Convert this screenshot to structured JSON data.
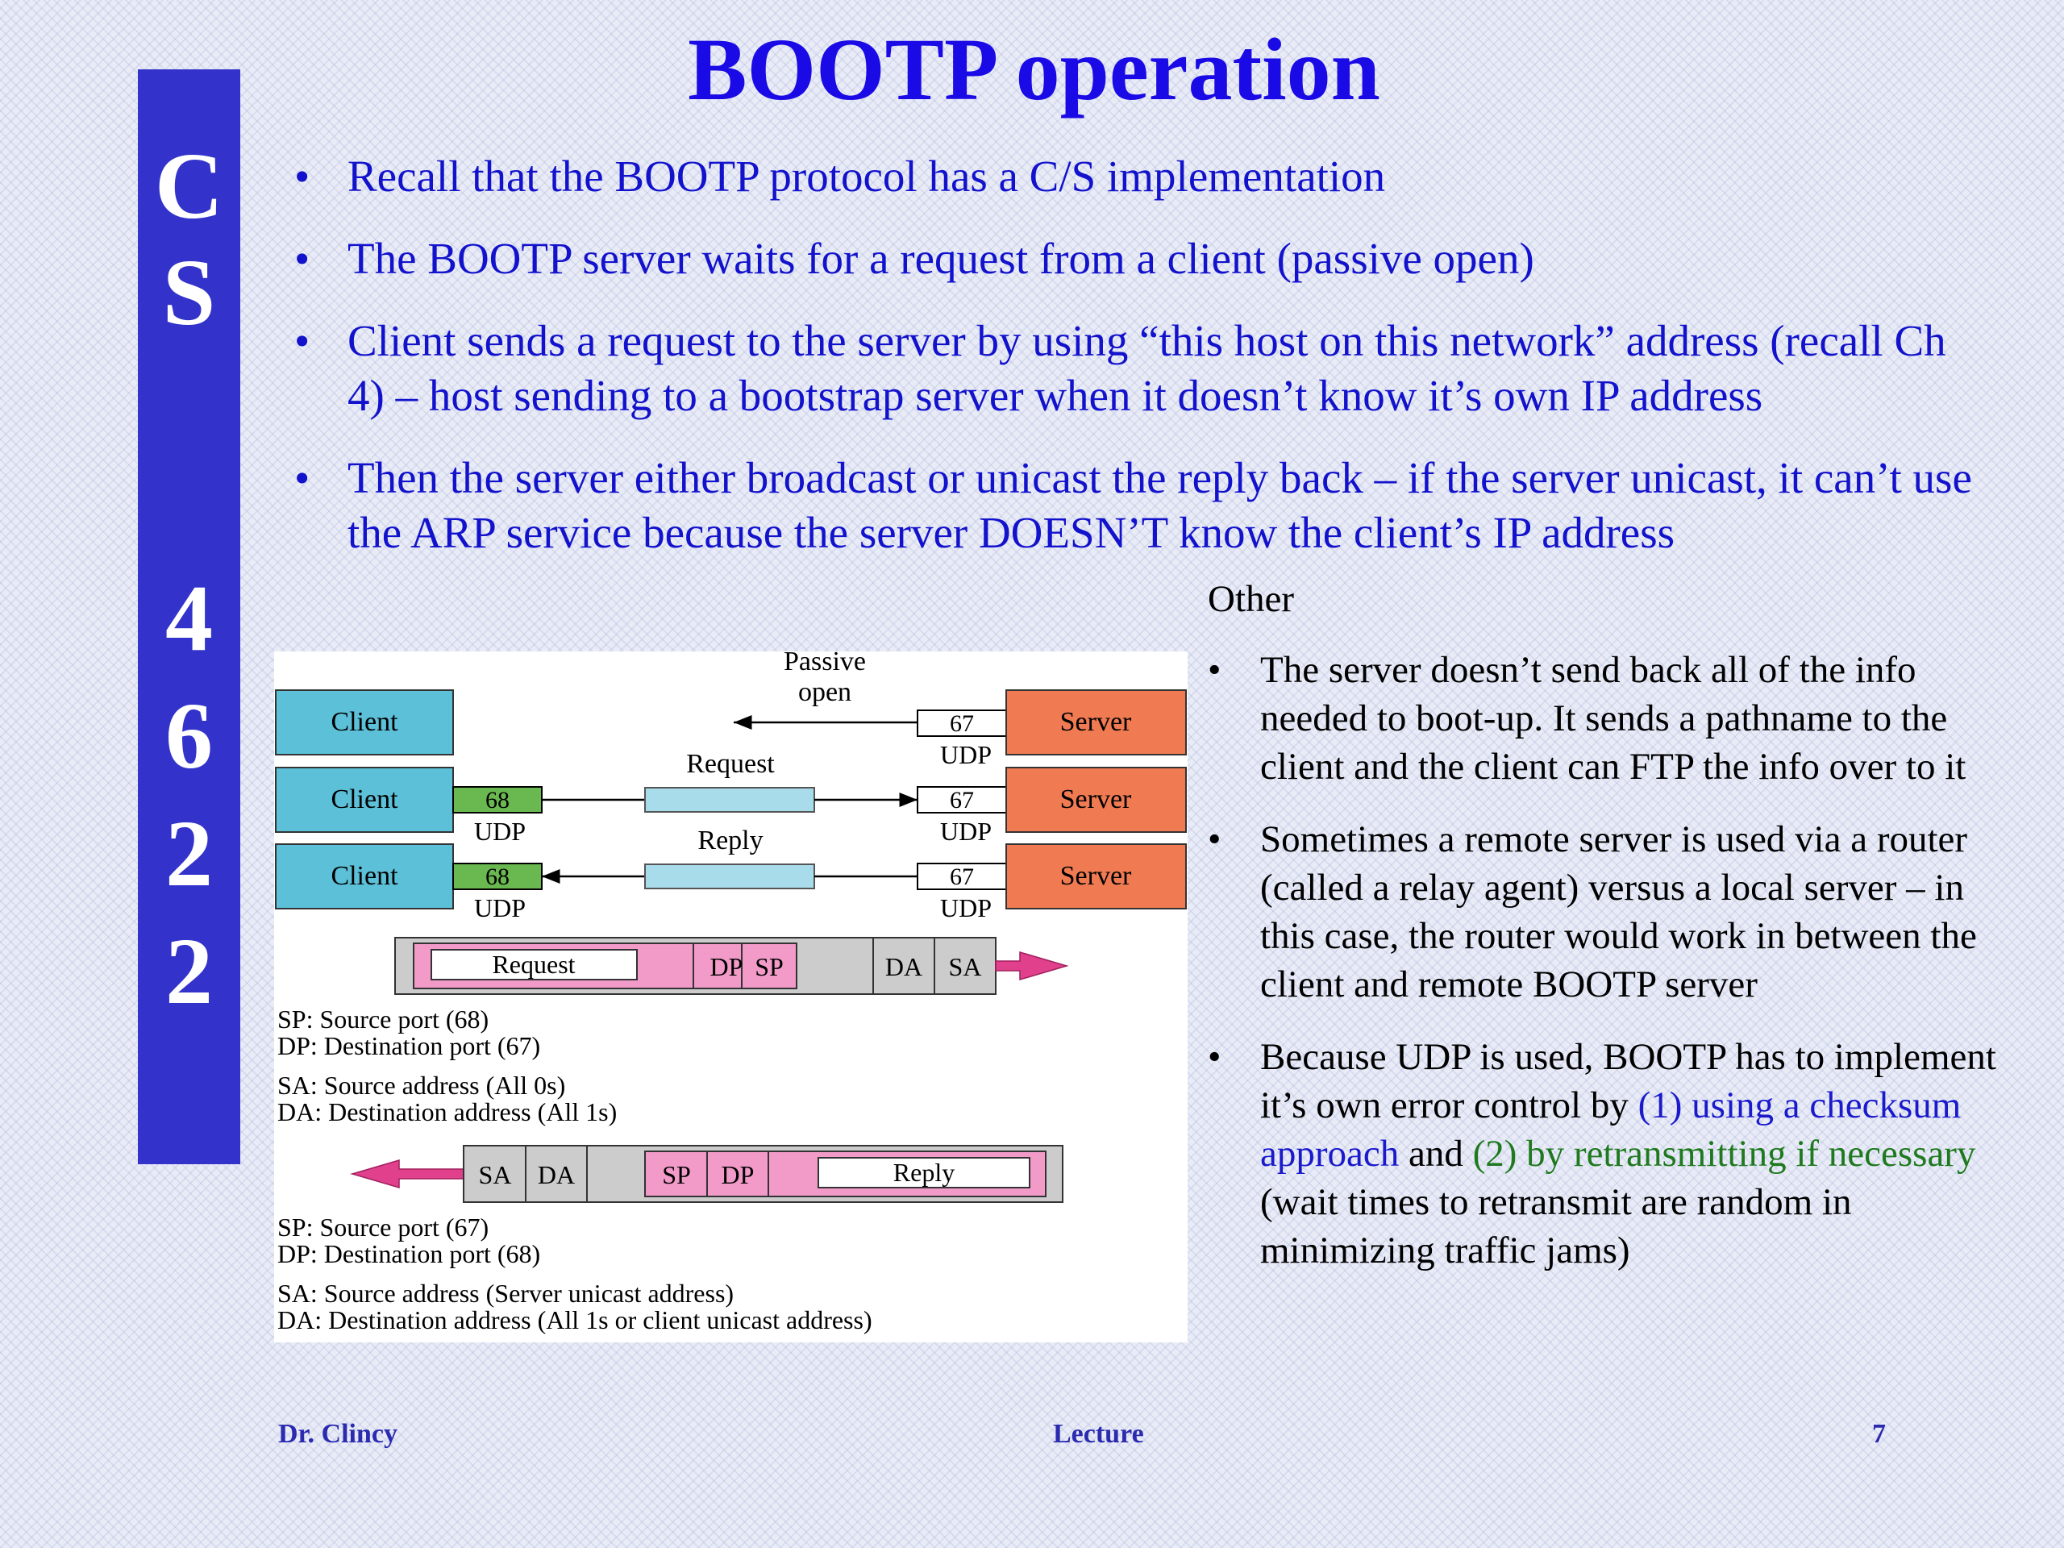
{
  "sidebar": {
    "letters": [
      "C",
      "S",
      "4",
      "6",
      "2",
      "2"
    ]
  },
  "title": "BOOTP operation",
  "bullets": [
    "Recall that the BOOTP protocol has a C/S implementation",
    "The BOOTP server waits for a request from a client (passive open)",
    "Client sends a request to the server by using “this host on this network” address (recall Ch 4) – host sending to a bootstrap server when it doesn’t know it’s own IP address",
    "Then the server either broadcast or unicast the reply back – if the server unicast, it can’t use the ARP service because the server DOESN’T know the client’s IP address"
  ],
  "diagram": {
    "passive_open": [
      "Passive",
      "open"
    ],
    "client": "Client",
    "server": "Server",
    "port_client": "68",
    "port_server": "67",
    "udp": "UDP",
    "request": "Request",
    "reply": "Reply",
    "dp": "DP",
    "sp": "SP",
    "da": "DA",
    "sa": "SA",
    "legend1": [
      "SP: Source port (68)",
      "DP: Destination port (67)",
      "SA: Source address (All 0s)",
      "DA: Destination address (All 1s)"
    ],
    "legend2": [
      "SP: Source port (67)",
      "DP: Destination port (68)",
      "SA: Source address (Server unicast address)",
      "DA: Destination address (All 1s or client unicast address)"
    ],
    "colors": {
      "client": "#5bc0d8",
      "server": "#f07a52",
      "port_green": "#6ab850",
      "packet_blue": "#a9dcea",
      "packet_pink": "#f29ac8",
      "packet_gray": "#cccccc",
      "arrow_pink": "#e0408c"
    }
  },
  "right": {
    "heading": "Other",
    "bullet1": "The server doesn’t send back all of the info needed to boot-up. It sends a pathname to the client and the client can FTP the info over to it",
    "bullet2": "Sometimes a remote server is used via a router (called a relay agent) versus a local server – in this case, the router would work in between the client and remote BOOTP server",
    "bullet3": {
      "a": "Because UDP is used, BOOTP has to implement it’s own error control by ",
      "b": "(1) using a checksum approach",
      "c": " and ",
      "d": "(2) by retransmitting if necessary",
      "e": " (wait times to retransmit are random in minimizing traffic jams)"
    }
  },
  "footer": {
    "left": "Dr. Clincy",
    "center": "Lecture",
    "right": "7"
  }
}
